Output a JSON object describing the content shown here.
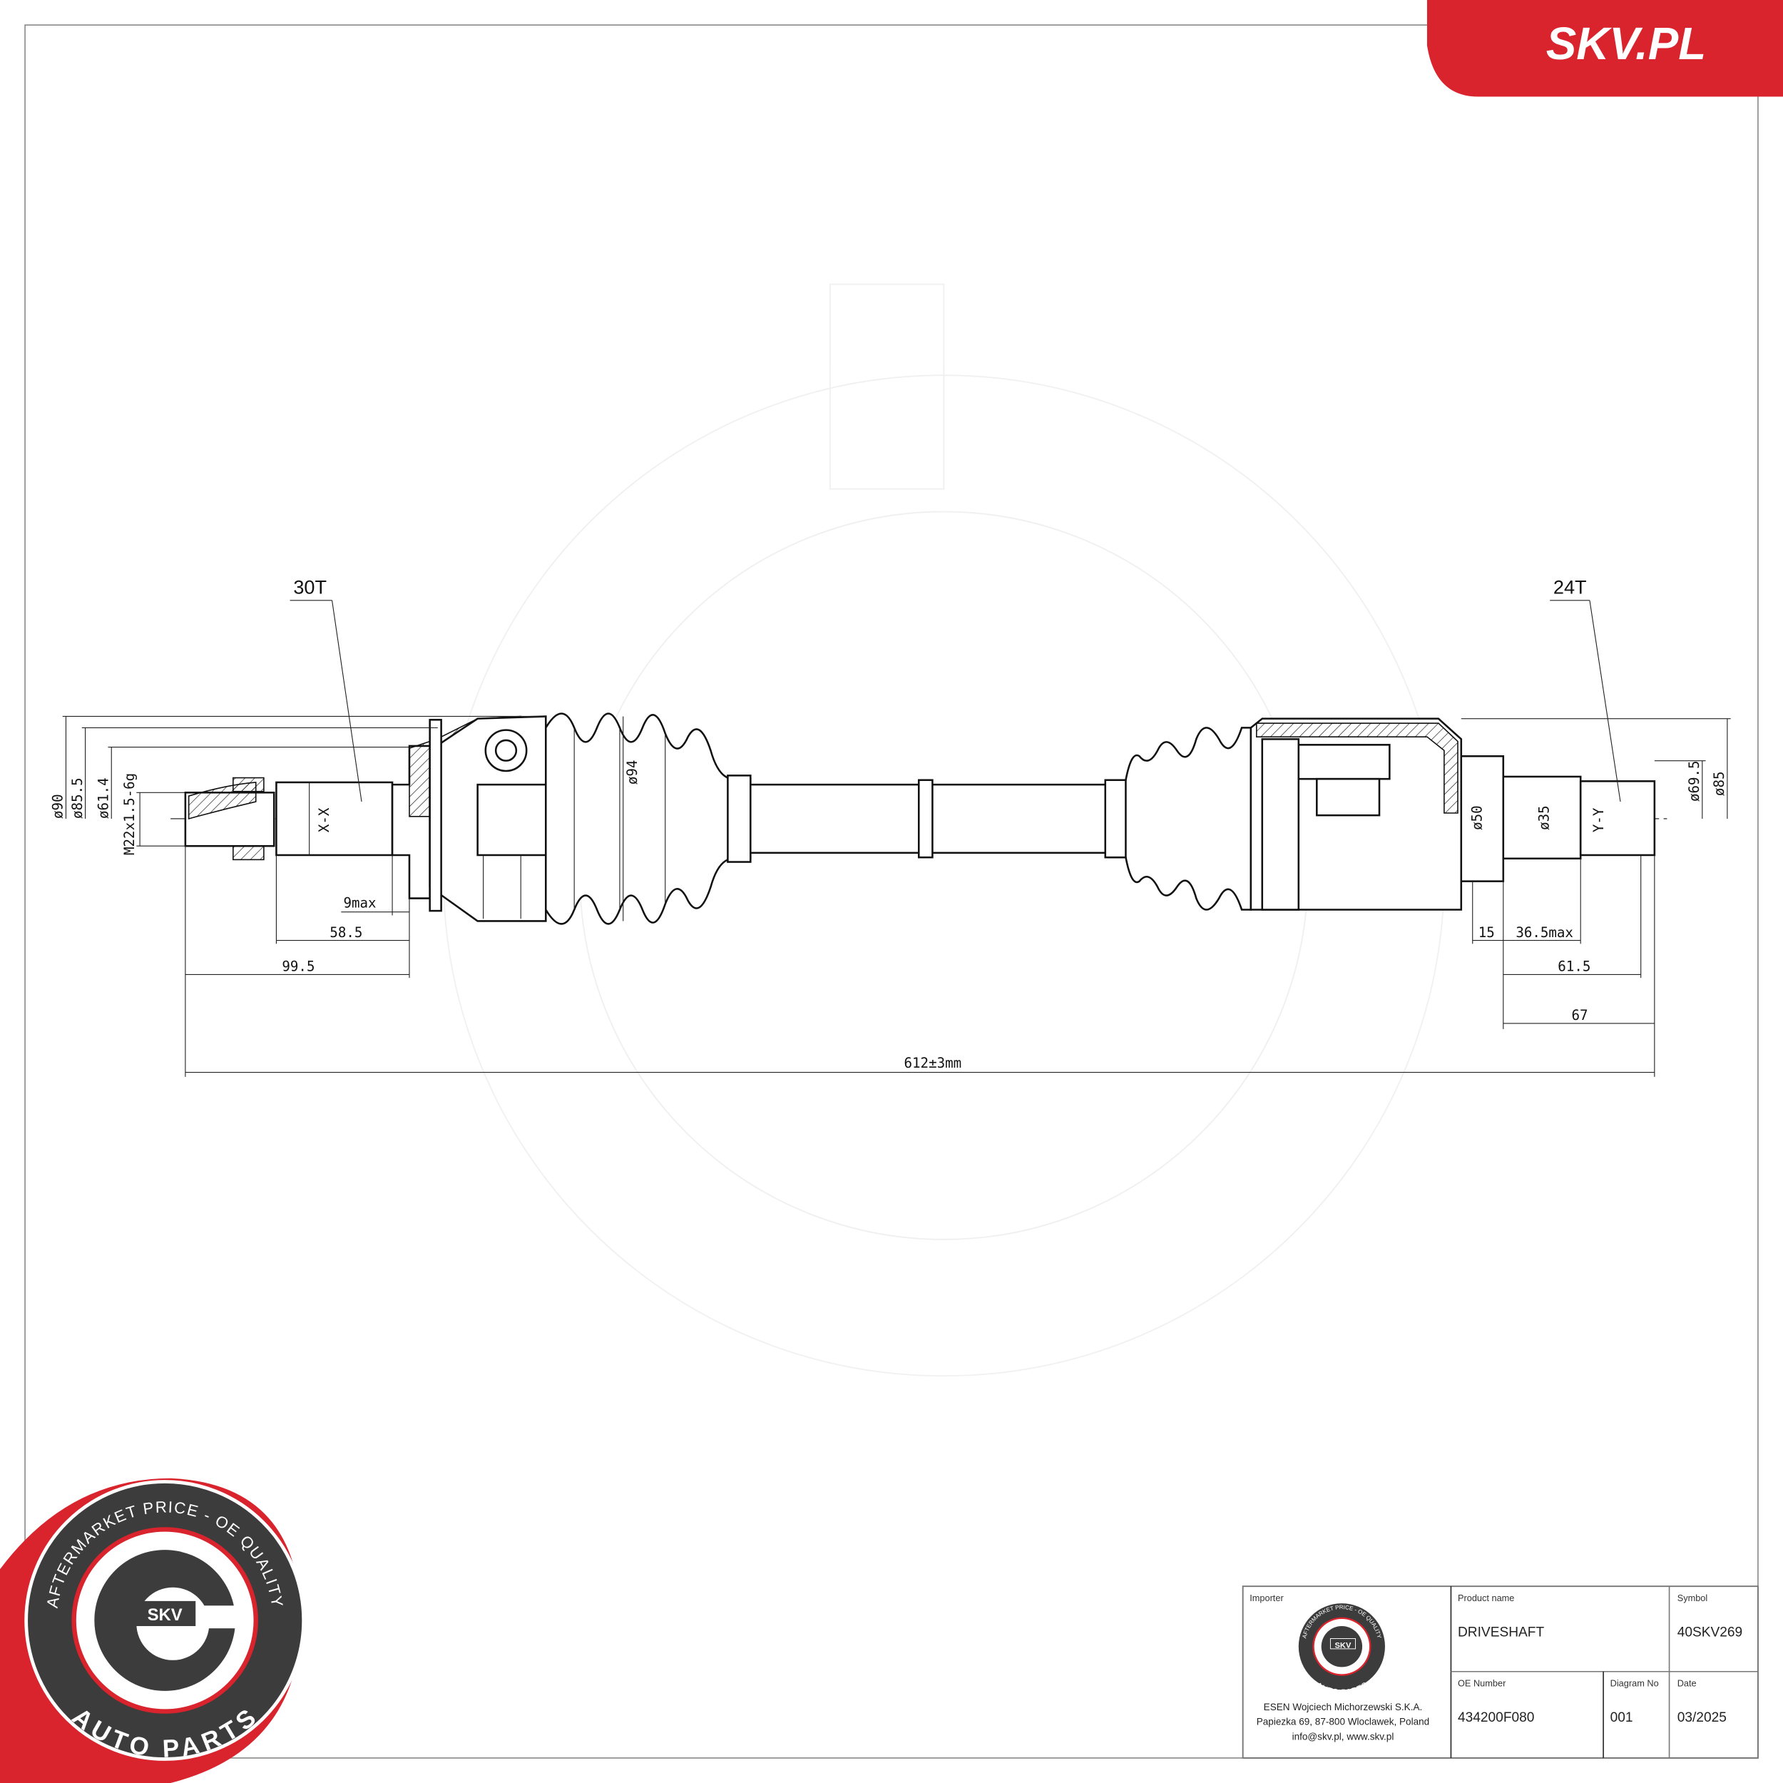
{
  "brand": {
    "banner_text": "SKV.PL",
    "accent": "#d9232d",
    "dark": "#3c3c3c"
  },
  "logo": {
    "top_text": "AFTERMARKET PRICE - OE QUALITY",
    "bottom_text": "AUTO PARTS",
    "badge": "SKV"
  },
  "drawing": {
    "left_teeth": "30T",
    "right_teeth": "24T",
    "left_section": "X-X",
    "right_section": "Y-Y",
    "dims": {
      "d90": "ø90",
      "d85_5": "ø85.5",
      "d61_4": "ø61.4",
      "thread": "M22x1.5-6g",
      "d94": "ø94",
      "d50": "ø50",
      "d35": "ø35",
      "d69_5": "ø69.5",
      "d85": "ø85",
      "l9max": "9max",
      "l58_5": "58.5",
      "l99_5": "99.5",
      "l15": "15",
      "l36_5max": "36.5max",
      "l61_5": "61.5",
      "l67": "67",
      "total": "612±3mm"
    }
  },
  "title_block": {
    "importer_label": "Importer",
    "importer_line1": "ESEN Wojciech Michorzewski S.K.A.",
    "importer_line2": "Papiezka 69, 87-800 Wloclawek,  Poland",
    "importer_line3": "info@skv.pl, www.skv.pl",
    "product_label": "Product name",
    "product_value": "DRIVESHAFT",
    "symbol_label": "Symbol",
    "symbol_value": "40SKV269",
    "oe_label": "OE Number",
    "oe_value": "434200F080",
    "diagram_label": "Diagram No",
    "diagram_value": "001",
    "date_label": "Date",
    "date_value": "03/2025"
  }
}
